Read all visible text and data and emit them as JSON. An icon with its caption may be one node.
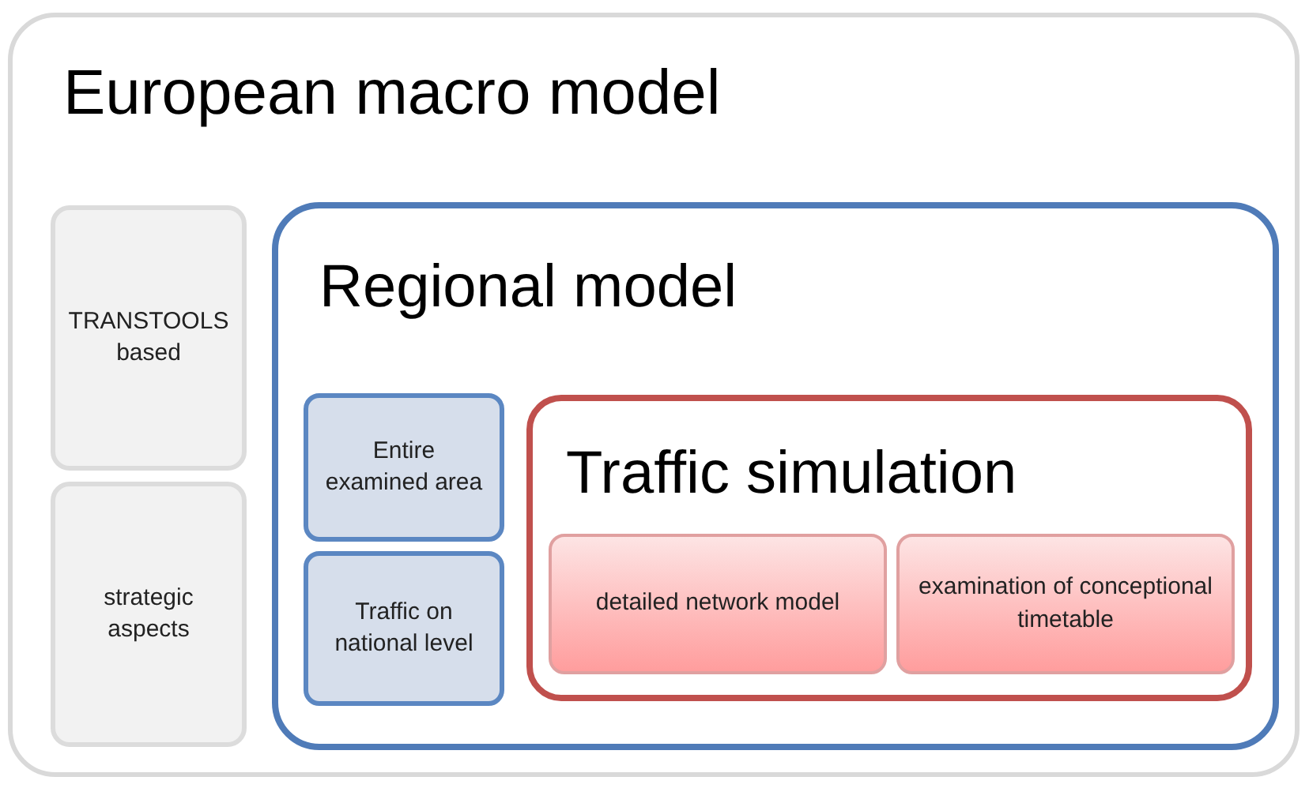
{
  "diagram": {
    "nodes": [
      {
        "text": [
          "European macro model"
        ]
      },
      {
        "text": [
          "TRANSTOOLS based"
        ],
        "in": 0
      },
      {
        "text": [
          "strategic aspects"
        ],
        "in": 0
      },
      {
        "text": [
          "Regional model"
        ],
        "in": 0
      },
      {
        "text": [
          "Entire examined area"
        ],
        "in": 3
      },
      {
        "text": [
          "Traffic on national level"
        ],
        "in": 3
      },
      {
        "text": [
          "Traffic simulation"
        ],
        "in": 3
      },
      {
        "text": [
          "detailed network model"
        ],
        "in": 6
      },
      {
        "text": [
          "examination of conceptional timetable"
        ],
        "in": 6
      }
    ]
  }
}
